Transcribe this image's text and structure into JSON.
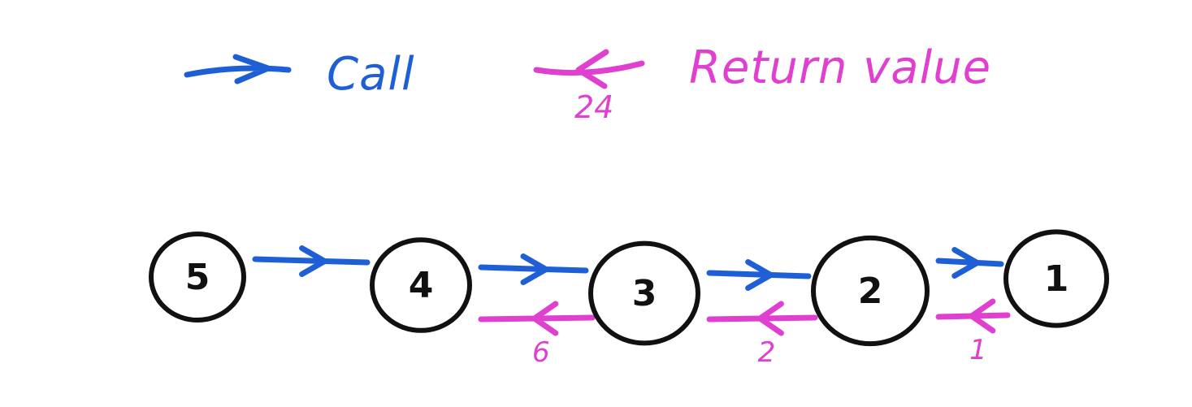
{
  "colors": {
    "call": "#1f5fd6",
    "return": "#e040d0",
    "node": "#111111"
  },
  "legend": {
    "call_label": "Call",
    "return_label": "Return value",
    "return_example_value": "24"
  },
  "nodes": [
    {
      "label": "5"
    },
    {
      "label": "4"
    },
    {
      "label": "3"
    },
    {
      "label": "2"
    },
    {
      "label": "1"
    }
  ],
  "calls": [
    {
      "from": "5",
      "to": "4"
    },
    {
      "from": "4",
      "to": "3"
    },
    {
      "from": "3",
      "to": "2"
    },
    {
      "from": "2",
      "to": "1"
    }
  ],
  "returns": [
    {
      "from": "3",
      "to": "4",
      "value": "6"
    },
    {
      "from": "2",
      "to": "3",
      "value": "2"
    },
    {
      "from": "1",
      "to": "2",
      "value": "1"
    }
  ]
}
